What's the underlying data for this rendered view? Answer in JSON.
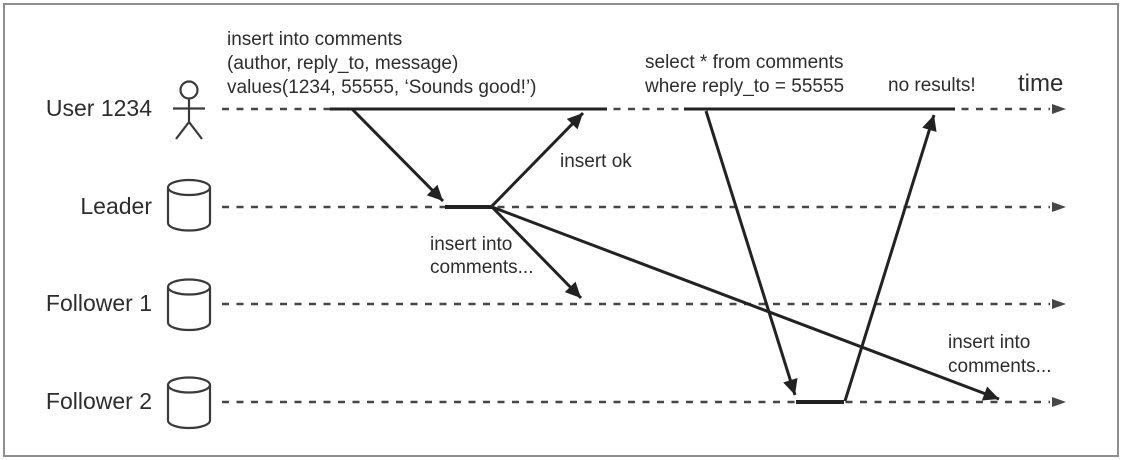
{
  "lanes": [
    {
      "label": "User 1234",
      "icon": "person-icon"
    },
    {
      "label": "Leader",
      "icon": "database-icon"
    },
    {
      "label": "Follower 1",
      "icon": "database-icon"
    },
    {
      "label": "Follower 2",
      "icon": "database-icon"
    }
  ],
  "axis": {
    "time_label": "time"
  },
  "messages": {
    "insert_query_lines": [
      "insert into comments",
      "(author, reply_to, message)",
      "values(1234, 55555, ‘Sounds good!’)"
    ],
    "insert_ok": "insert ok",
    "replicate_follower1_lines": [
      "insert into",
      "comments..."
    ],
    "select_query_lines": [
      "select * from comments",
      "where reply_to = 55555"
    ],
    "no_results": "no results!",
    "replicate_follower2_lines": [
      "insert into",
      "comments..."
    ]
  },
  "colors": {
    "ink": "#222222",
    "dash_gray": "#464646",
    "text": "#2d2d2d",
    "border": "#8e8e8e",
    "background": "#ffffff"
  }
}
